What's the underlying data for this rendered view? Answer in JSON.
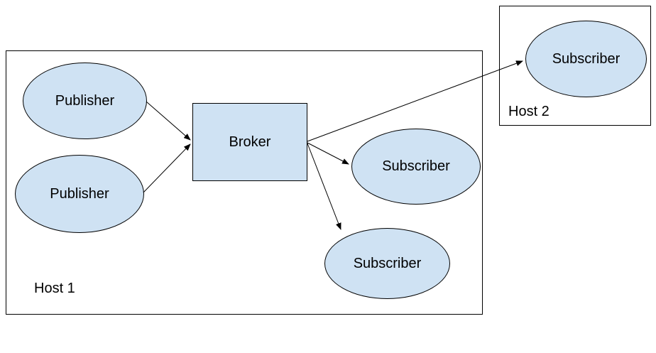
{
  "colors": {
    "background": "#ffffff",
    "shape_fill": "#cfe2f3",
    "shape_stroke": "#000000",
    "text": "#000000"
  },
  "hosts": {
    "host1": {
      "label": "Host 1"
    },
    "host2": {
      "label": "Host 2"
    }
  },
  "nodes": {
    "publisher1": {
      "label": "Publisher",
      "shape": "ellipse",
      "host": "host1"
    },
    "publisher2": {
      "label": "Publisher",
      "shape": "ellipse",
      "host": "host1"
    },
    "broker": {
      "label": "Broker",
      "shape": "rectangle",
      "host": "host1"
    },
    "subscriber1": {
      "label": "Subscriber",
      "shape": "ellipse",
      "host": "host1"
    },
    "subscriber2": {
      "label": "Subscriber",
      "shape": "ellipse",
      "host": "host1"
    },
    "subscriber3": {
      "label": "Subscriber",
      "shape": "ellipse",
      "host": "host2"
    }
  },
  "edges": [
    {
      "from": "publisher1",
      "to": "broker"
    },
    {
      "from": "publisher2",
      "to": "broker"
    },
    {
      "from": "broker",
      "to": "subscriber1"
    },
    {
      "from": "broker",
      "to": "subscriber2"
    },
    {
      "from": "broker",
      "to": "subscriber3"
    }
  ]
}
